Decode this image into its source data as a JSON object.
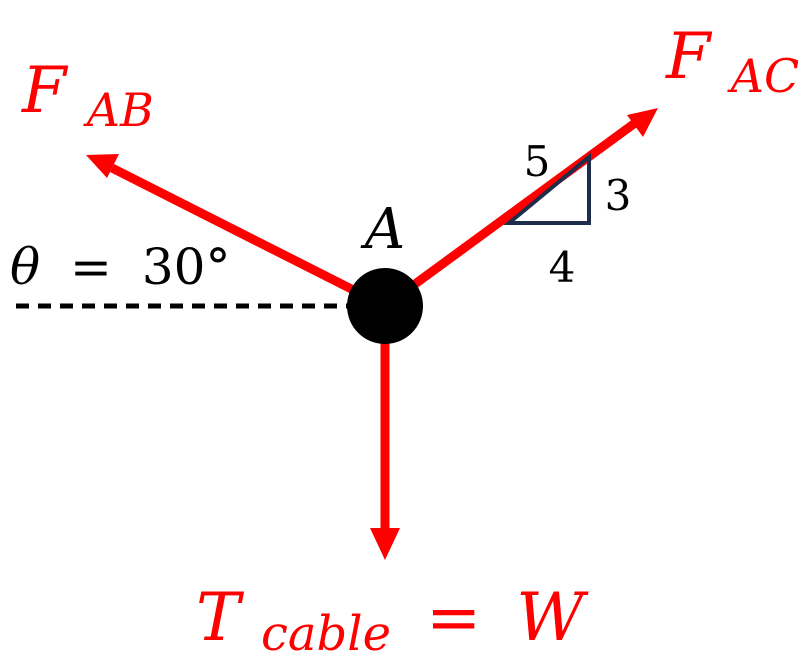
{
  "colors": {
    "force": "#ff0000",
    "ink": "#000000",
    "triangle": "#1f2d4d",
    "background": "#ffffff"
  },
  "point": {
    "label": "A"
  },
  "forces": {
    "ab": {
      "symbol": "F",
      "subscript": "AB"
    },
    "ac": {
      "symbol": "F",
      "subscript": "AC"
    },
    "cable": {
      "symbol": "T",
      "subscript": "cable",
      "equals": "=",
      "value": "W"
    }
  },
  "angle": {
    "symbol": "θ",
    "equals": "=",
    "value": "30°"
  },
  "slope_triangle": {
    "hypotenuse": "5",
    "rise": "3",
    "run": "4"
  }
}
